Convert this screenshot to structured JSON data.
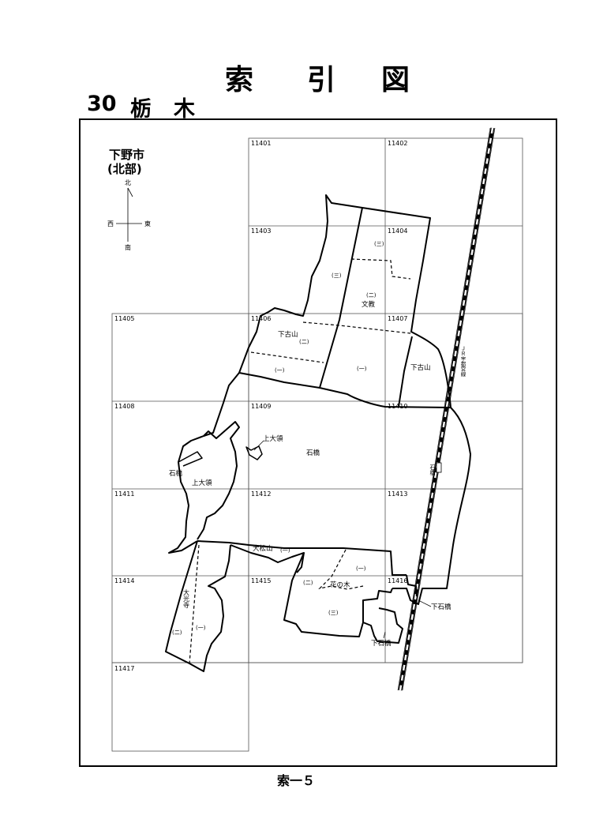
{
  "header": {
    "title_chars": [
      "索",
      "引",
      "図"
    ],
    "prefecture_number": "30",
    "prefecture_chars": [
      "栃",
      "木"
    ]
  },
  "area": {
    "city": "下野市",
    "part": "(北部)"
  },
  "compass": {
    "north": "北",
    "south": "南",
    "east": "東",
    "west": "西"
  },
  "sheets": [
    "11401",
    "11402",
    "11403",
    "11404",
    "11405",
    "11406",
    "11407",
    "11408",
    "11409",
    "11410",
    "11411",
    "11412",
    "11413",
    "11414",
    "11415",
    "11416",
    "11417"
  ],
  "labels": {
    "bunkyo": "文教",
    "shimofuruyama_1": "下古山",
    "shimofuruyama_2": "下古山",
    "ishibashi_1": "石橋",
    "ishibashi_2": "石橋",
    "kamiooryo_1": "上大領",
    "kamiooryo_2": "上大領",
    "oomatsuyama": "大松山",
    "hananoki": "花の木",
    "daikoji": "大光寺",
    "shimoishibashi_1": "下石橋",
    "shimoishibashi_2": "下石橋",
    "railway": "ＪＲ宇都宮線",
    "station": "石橋"
  },
  "divisions": {
    "ichi": "(一)",
    "ni": "(二)",
    "san": "(三)"
  },
  "footer": {
    "page": "索一５"
  }
}
